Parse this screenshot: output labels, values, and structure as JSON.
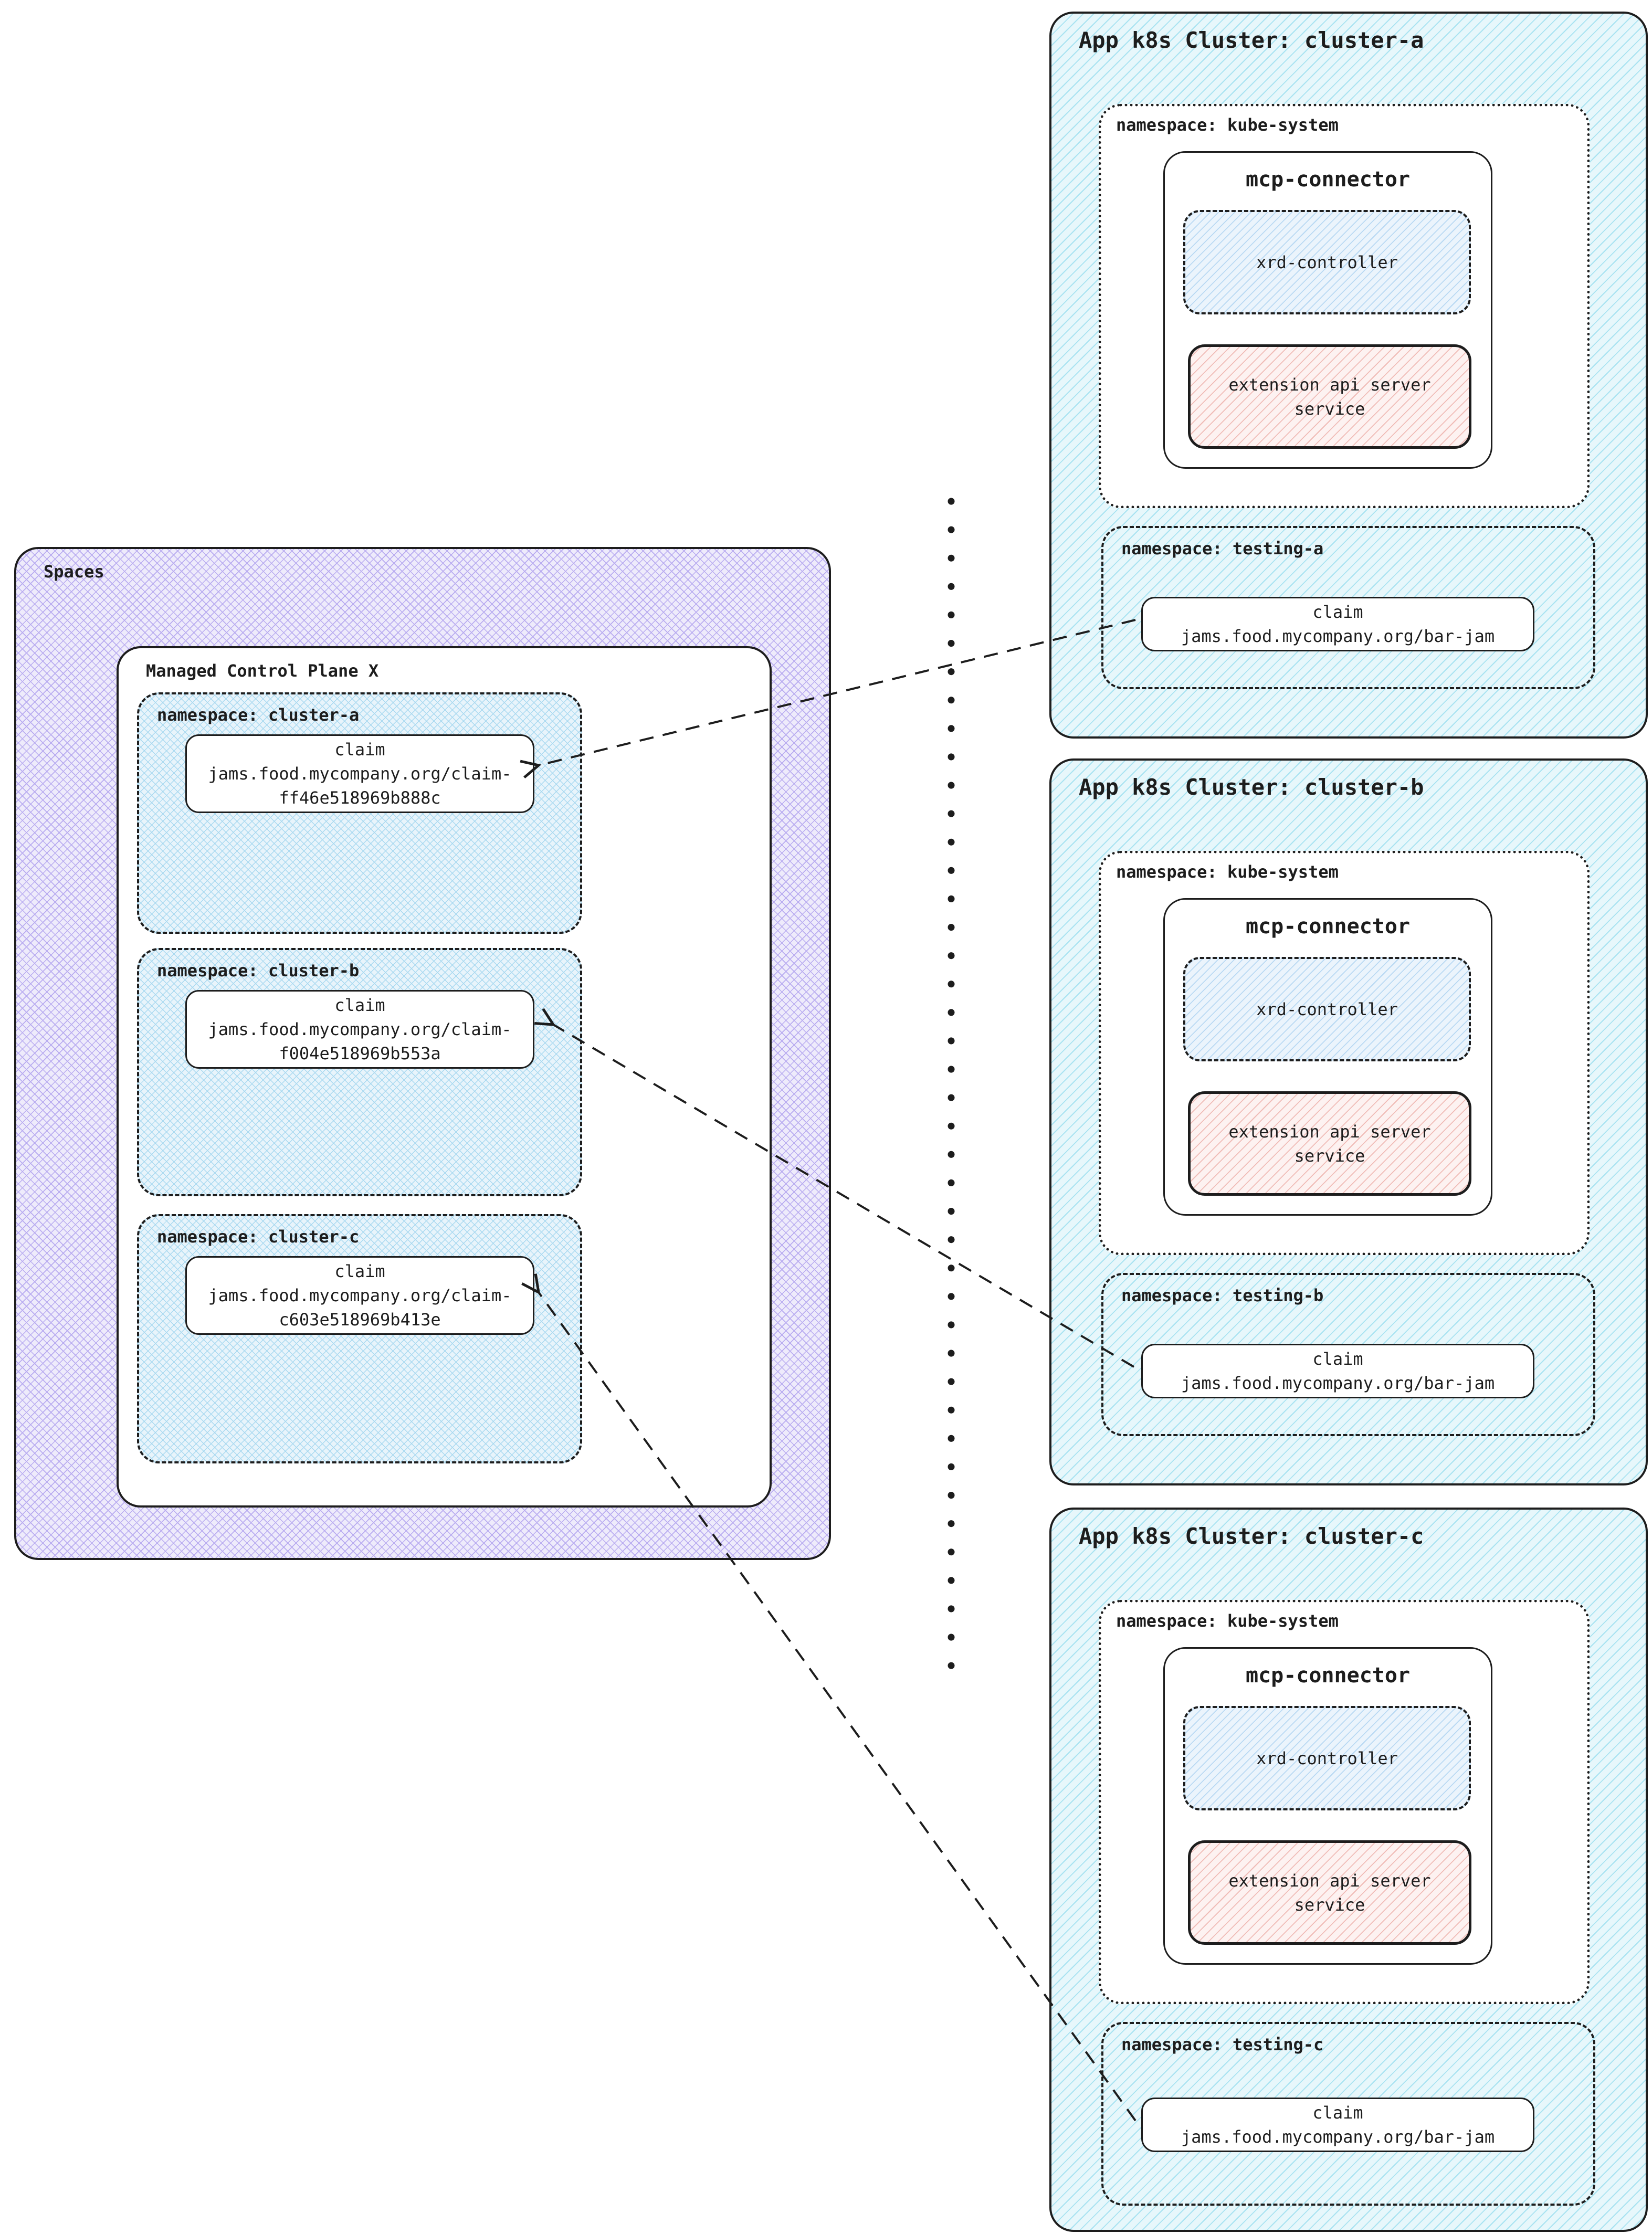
{
  "spaces": {
    "label": "Spaces",
    "control_plane": {
      "title": "Managed Control Plane X",
      "namespaces": [
        {
          "label": "namespace: cluster-a",
          "claim": [
            "claim",
            "jams.food.mycompany.org/claim-",
            "ff46e518969b888c"
          ]
        },
        {
          "label": "namespace: cluster-b",
          "claim": [
            "claim",
            "jams.food.mycompany.org/claim-",
            "f004e518969b553a"
          ]
        },
        {
          "label": "namespace: cluster-c",
          "claim": [
            "claim",
            "jams.food.mycompany.org/claim-",
            "c603e518969b413e"
          ]
        }
      ]
    }
  },
  "clusters": [
    {
      "title": "App k8s Cluster: cluster-a",
      "kube_system_label": "namespace: kube-system",
      "connector_title": "mcp-connector",
      "xrd_label": "xrd-controller",
      "ext_api_label": "extension api server service",
      "testing_label": "namespace: testing-a",
      "claim": [
        "claim",
        "jams.food.mycompany.org/bar-jam"
      ]
    },
    {
      "title": "App k8s Cluster: cluster-b",
      "kube_system_label": "namespace: kube-system",
      "connector_title": "mcp-connector",
      "xrd_label": "xrd-controller",
      "ext_api_label": "extension api server service",
      "testing_label": "namespace: testing-b",
      "claim": [
        "claim",
        "jams.food.mycompany.org/bar-jam"
      ]
    },
    {
      "title": "App k8s Cluster: cluster-c",
      "kube_system_label": "namespace: kube-system",
      "connector_title": "mcp-connector",
      "xrd_label": "xrd-controller",
      "ext_api_label": "extension api server service",
      "testing_label": "namespace: testing-c",
      "claim": [
        "claim",
        "jams.food.mycompany.org/bar-jam"
      ]
    }
  ],
  "colors": {
    "ink": "#1d1d1d",
    "spaces_fill": "#eeebfb",
    "spaces_hatch": "#b9acf0",
    "ns_fill": "#e8f4fb",
    "ns_hatch": "#a9d9f0",
    "cluster_fill": "#e7f7fb",
    "cluster_hatch": "#a9e3f1",
    "xrd_fill": "#ebf4fc",
    "xrd_hatch": "#b9d9f3",
    "ext_fill": "#fdf2f1",
    "ext_hatch": "#f0bcb7"
  }
}
